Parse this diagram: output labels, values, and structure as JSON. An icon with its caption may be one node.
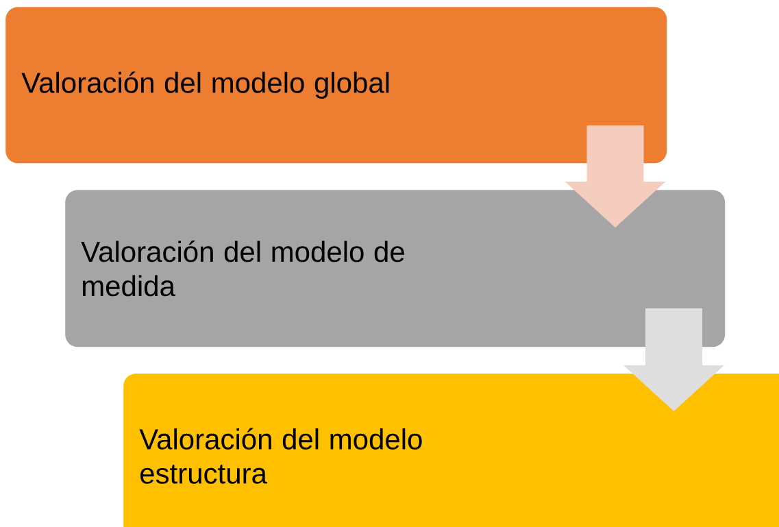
{
  "diagram": {
    "nodes": [
      {
        "text": [
          "Valoración del modelo global"
        ]
      },
      {
        "text": [
          "Valoración del modelo de medida"
        ]
      },
      {
        "text": [
          "Valoración del modelo estructura"
        ]
      }
    ],
    "edges": [
      {
        "from": 0,
        "to": 1,
        "arrow": "to",
        "style": "thick",
        "color": "#f4cdbe"
      },
      {
        "from": 1,
        "to": 2,
        "arrow": "to",
        "style": "thick",
        "color": "#dedede"
      }
    ]
  }
}
